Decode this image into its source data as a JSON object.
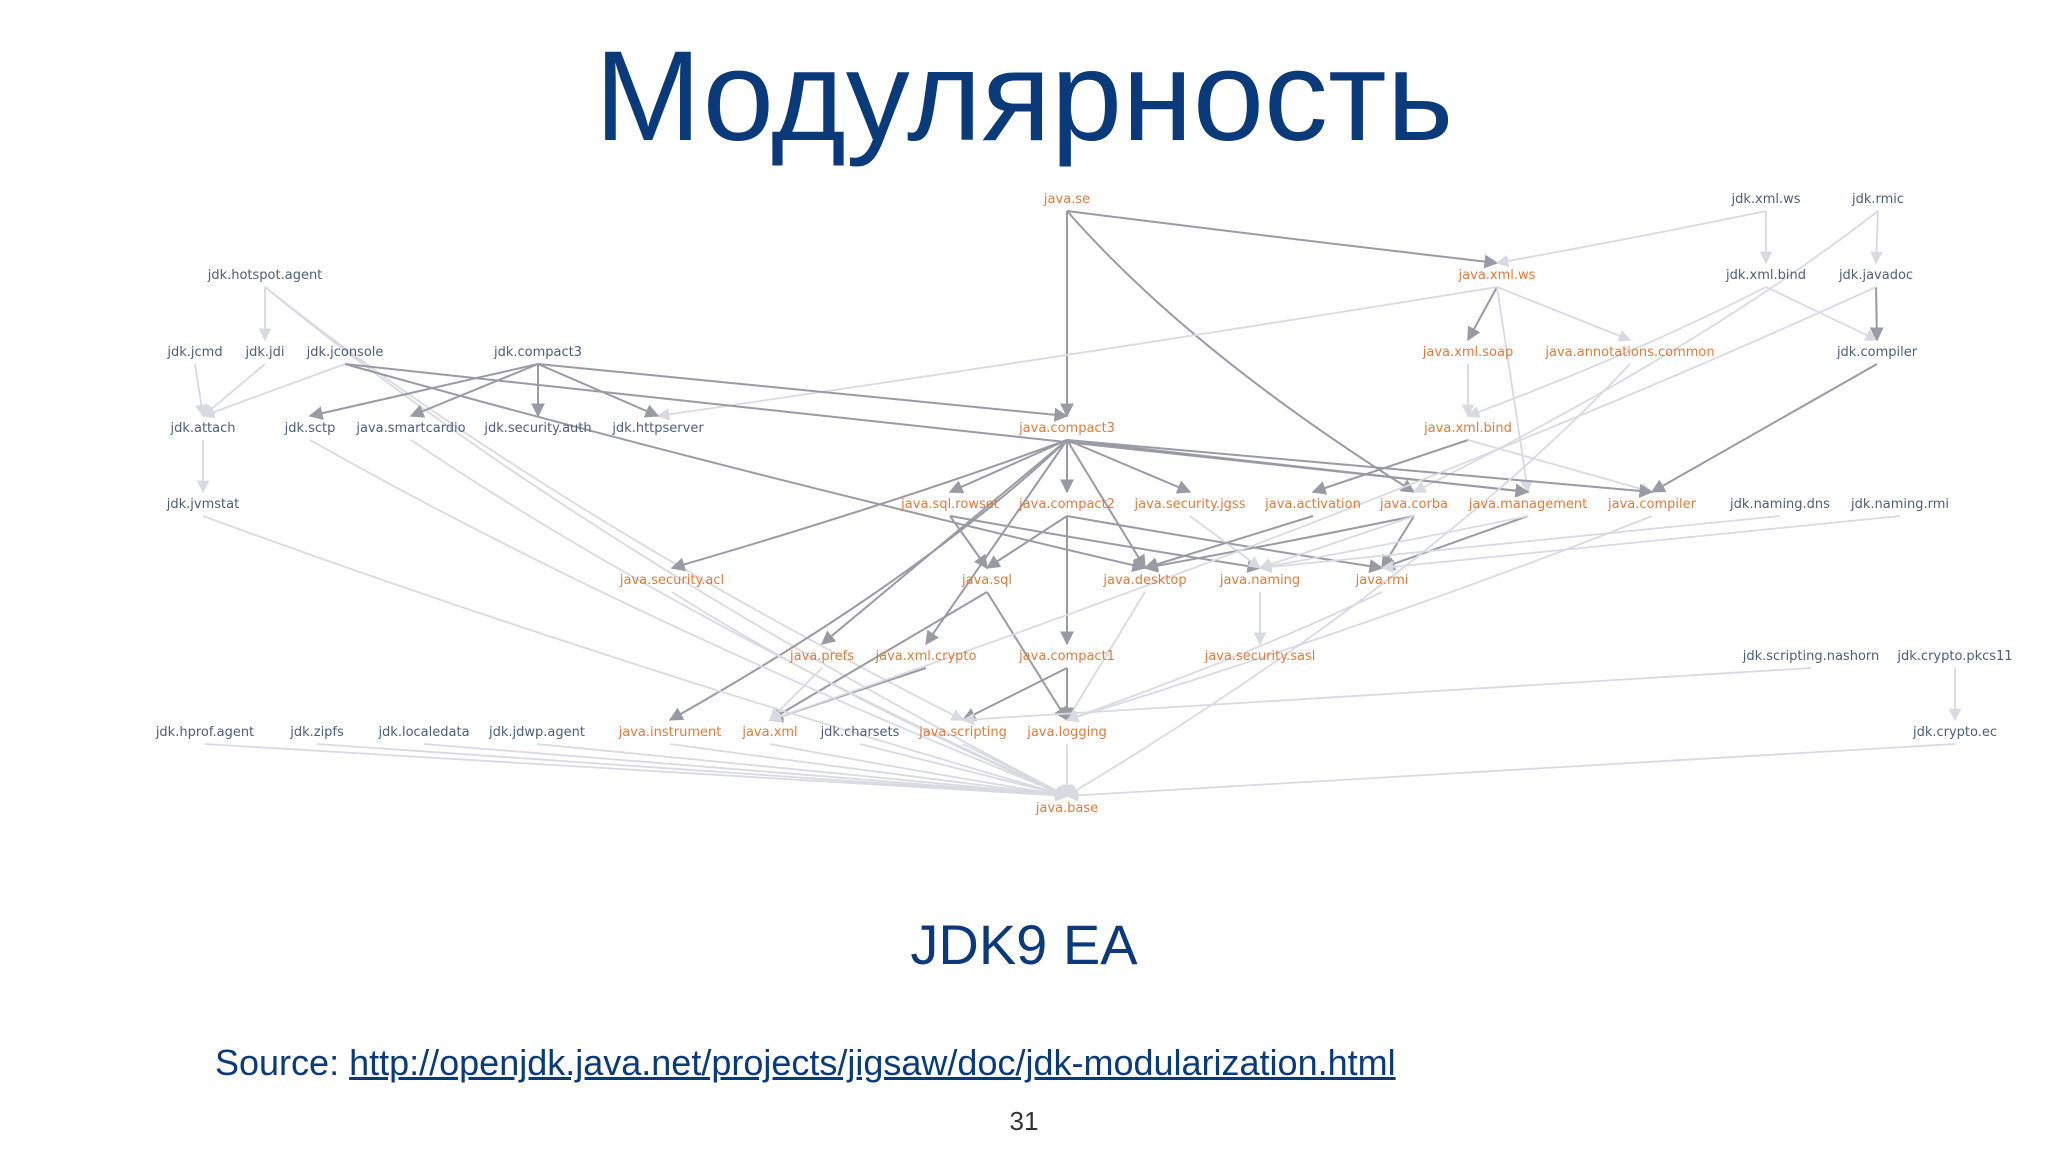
{
  "slide": {
    "title": "Модулярность",
    "caption": "JDK9 EA",
    "source_label": "Source: ",
    "source_link": "http://openjdk.java.net/projects/jigsaw/doc/jdk-modularization.html",
    "page_number": "31"
  },
  "colors": {
    "title": "#0b3a7a",
    "std_module": "#e07a3c",
    "jdk_module": "#4d5e78",
    "edge_dark": "#9a9aa4",
    "edge_light": "#d9d9e2"
  },
  "diagram": {
    "nodes": [
      {
        "id": "java.se",
        "label": "java.se",
        "kind": "std"
      },
      {
        "id": "jdk.xml.ws",
        "label": "jdk.xml.ws",
        "kind": "jdk"
      },
      {
        "id": "jdk.rmic",
        "label": "jdk.rmic",
        "kind": "jdk"
      },
      {
        "id": "jdk.hotspot.agent",
        "label": "jdk.hotspot.agent",
        "kind": "jdk"
      },
      {
        "id": "java.xml.ws",
        "label": "java.xml.ws",
        "kind": "std"
      },
      {
        "id": "jdk.xml.bind",
        "label": "jdk.xml.bind",
        "kind": "jdk"
      },
      {
        "id": "jdk.javadoc",
        "label": "jdk.javadoc",
        "kind": "jdk"
      },
      {
        "id": "jdk.jcmd",
        "label": "jdk.jcmd",
        "kind": "jdk"
      },
      {
        "id": "jdk.jdi",
        "label": "jdk.jdi",
        "kind": "jdk"
      },
      {
        "id": "jdk.jconsole",
        "label": "jdk.jconsole",
        "kind": "jdk"
      },
      {
        "id": "jdk.compact3",
        "label": "jdk.compact3",
        "kind": "jdk"
      },
      {
        "id": "java.xml.soap",
        "label": "java.xml.soap",
        "kind": "std"
      },
      {
        "id": "java.annotations.common",
        "label": "java.annotations.common",
        "kind": "std"
      },
      {
        "id": "jdk.compiler",
        "label": "jdk.compiler",
        "kind": "jdk"
      },
      {
        "id": "jdk.attach",
        "label": "jdk.attach",
        "kind": "jdk"
      },
      {
        "id": "jdk.sctp",
        "label": "jdk.sctp",
        "kind": "jdk"
      },
      {
        "id": "java.smartcardio",
        "label": "java.smartcardio",
        "kind": "jdk"
      },
      {
        "id": "jdk.security.auth",
        "label": "jdk.security.auth",
        "kind": "jdk"
      },
      {
        "id": "jdk.httpserver",
        "label": "jdk.httpserver",
        "kind": "jdk"
      },
      {
        "id": "java.compact3",
        "label": "java.compact3",
        "kind": "std"
      },
      {
        "id": "java.xml.bind",
        "label": "java.xml.bind",
        "kind": "std"
      },
      {
        "id": "jdk.jvmstat",
        "label": "jdk.jvmstat",
        "kind": "jdk"
      },
      {
        "id": "java.sql.rowset",
        "label": "java.sql.rowset",
        "kind": "std"
      },
      {
        "id": "java.compact2",
        "label": "java.compact2",
        "kind": "std"
      },
      {
        "id": "java.security.jgss",
        "label": "java.security.jgss",
        "kind": "std"
      },
      {
        "id": "java.activation",
        "label": "java.activation",
        "kind": "std"
      },
      {
        "id": "java.corba",
        "label": "java.corba",
        "kind": "std"
      },
      {
        "id": "java.management",
        "label": "java.management",
        "kind": "std"
      },
      {
        "id": "java.compiler",
        "label": "java.compiler",
        "kind": "std"
      },
      {
        "id": "jdk.naming.dns",
        "label": "jdk.naming.dns",
        "kind": "jdk"
      },
      {
        "id": "jdk.naming.rmi",
        "label": "jdk.naming.rmi",
        "kind": "jdk"
      },
      {
        "id": "java.security.acl",
        "label": "java.security.acl",
        "kind": "std"
      },
      {
        "id": "java.sql",
        "label": "java.sql",
        "kind": "std"
      },
      {
        "id": "java.desktop",
        "label": "java.desktop",
        "kind": "std"
      },
      {
        "id": "java.naming",
        "label": "java.naming",
        "kind": "std"
      },
      {
        "id": "java.rmi",
        "label": "java.rmi",
        "kind": "std"
      },
      {
        "id": "java.prefs",
        "label": "java.prefs",
        "kind": "std"
      },
      {
        "id": "java.xml.crypto",
        "label": "java.xml.crypto",
        "kind": "std"
      },
      {
        "id": "java.compact1",
        "label": "java.compact1",
        "kind": "std"
      },
      {
        "id": "java.security.sasl",
        "label": "java.security.sasl",
        "kind": "std"
      },
      {
        "id": "jdk.scripting.nashorn",
        "label": "jdk.scripting.nashorn",
        "kind": "jdk"
      },
      {
        "id": "jdk.crypto.pkcs11",
        "label": "jdk.crypto.pkcs11",
        "kind": "jdk"
      },
      {
        "id": "jdk.hprof.agent",
        "label": "jdk.hprof.agent",
        "kind": "jdk"
      },
      {
        "id": "jdk.zipfs",
        "label": "jdk.zipfs",
        "kind": "jdk"
      },
      {
        "id": "jdk.localedata",
        "label": "jdk.localedata",
        "kind": "jdk"
      },
      {
        "id": "jdk.jdwp.agent",
        "label": "jdk.jdwp.agent",
        "kind": "jdk"
      },
      {
        "id": "java.instrument",
        "label": "java.instrument",
        "kind": "std"
      },
      {
        "id": "java.xml",
        "label": "java.xml",
        "kind": "std"
      },
      {
        "id": "jdk.charsets",
        "label": "jdk.charsets",
        "kind": "jdk"
      },
      {
        "id": "java.scripting",
        "label": "java.scripting",
        "kind": "std"
      },
      {
        "id": "java.logging",
        "label": "java.logging",
        "kind": "std"
      },
      {
        "id": "jdk.crypto.ec",
        "label": "jdk.crypto.ec",
        "kind": "jdk"
      },
      {
        "id": "java.base",
        "label": "java.base",
        "kind": "std"
      }
    ],
    "edges": [
      {
        "from": "java.se",
        "to": "java.compact3",
        "style": "dark"
      },
      {
        "from": "java.se",
        "to": "java.xml.ws",
        "style": "dark"
      },
      {
        "from": "java.se",
        "to": "java.corba",
        "style": "dark"
      },
      {
        "from": "jdk.xml.ws",
        "to": "jdk.xml.bind",
        "style": "light"
      },
      {
        "from": "jdk.xml.ws",
        "to": "java.xml.ws",
        "style": "light"
      },
      {
        "from": "jdk.rmic",
        "to": "jdk.javadoc",
        "style": "light"
      },
      {
        "from": "jdk.rmic",
        "to": "java.corba",
        "style": "light"
      },
      {
        "from": "jdk.xml.bind",
        "to": "jdk.compiler",
        "style": "light"
      },
      {
        "from": "jdk.xml.bind",
        "to": "java.xml.bind",
        "style": "light"
      },
      {
        "from": "jdk.javadoc",
        "to": "jdk.compiler",
        "style": "dark"
      },
      {
        "from": "jdk.compiler",
        "to": "java.compiler",
        "style": "dark"
      },
      {
        "from": "java.xml.ws",
        "to": "java.xml.soap",
        "style": "dark"
      },
      {
        "from": "java.xml.ws",
        "to": "java.annotations.common",
        "style": "light"
      },
      {
        "from": "java.xml.ws",
        "to": "java.management",
        "style": "light"
      },
      {
        "from": "java.xml.ws",
        "to": "jdk.httpserver",
        "style": "light"
      },
      {
        "from": "java.xml.soap",
        "to": "java.xml.bind",
        "style": "light"
      },
      {
        "from": "java.xml.bind",
        "to": "java.activation",
        "style": "dark"
      },
      {
        "from": "java.xml.bind",
        "to": "java.compiler",
        "style": "light"
      },
      {
        "from": "jdk.hotspot.agent",
        "to": "jdk.jdi",
        "style": "light"
      },
      {
        "from": "jdk.hotspot.agent",
        "to": "java.scripting",
        "style": "light"
      },
      {
        "from": "jdk.hotspot.agent",
        "to": "java.base",
        "style": "light"
      },
      {
        "from": "jdk.jcmd",
        "to": "jdk.attach",
        "style": "light"
      },
      {
        "from": "jdk.jdi",
        "to": "jdk.attach",
        "style": "light"
      },
      {
        "from": "jdk.jconsole",
        "to": "jdk.attach",
        "style": "light"
      },
      {
        "from": "jdk.jconsole",
        "to": "java.desktop",
        "style": "dark"
      },
      {
        "from": "jdk.jconsole",
        "to": "java.management",
        "style": "dark"
      },
      {
        "from": "jdk.attach",
        "to": "jdk.jvmstat",
        "style": "light"
      },
      {
        "from": "jdk.compact3",
        "to": "jdk.sctp",
        "style": "dark"
      },
      {
        "from": "jdk.compact3",
        "to": "java.smartcardio",
        "style": "dark"
      },
      {
        "from": "jdk.compact3",
        "to": "jdk.security.auth",
        "style": "dark"
      },
      {
        "from": "jdk.compact3",
        "to": "jdk.httpserver",
        "style": "dark"
      },
      {
        "from": "jdk.compact3",
        "to": "java.compact3",
        "style": "dark"
      },
      {
        "from": "java.compact3",
        "to": "java.sql.rowset",
        "style": "dark"
      },
      {
        "from": "java.compact3",
        "to": "java.compact2",
        "style": "dark"
      },
      {
        "from": "java.compact3",
        "to": "java.security.jgss",
        "style": "dark"
      },
      {
        "from": "java.compact3",
        "to": "java.management",
        "style": "dark"
      },
      {
        "from": "java.compact3",
        "to": "java.compiler",
        "style": "dark"
      },
      {
        "from": "java.compact3",
        "to": "java.security.acl",
        "style": "dark"
      },
      {
        "from": "java.compact3",
        "to": "java.prefs",
        "style": "dark"
      },
      {
        "from": "java.compact3",
        "to": "java.xml.crypto",
        "style": "dark"
      },
      {
        "from": "java.compact3",
        "to": "java.instrument",
        "style": "dark"
      },
      {
        "from": "java.compact3",
        "to": "java.desktop",
        "style": "dark"
      },
      {
        "from": "java.sql.rowset",
        "to": "java.sql",
        "style": "dark"
      },
      {
        "from": "java.sql.rowset",
        "to": "java.naming",
        "style": "dark"
      },
      {
        "from": "java.compact2",
        "to": "java.sql",
        "style": "dark"
      },
      {
        "from": "java.compact2",
        "to": "java.rmi",
        "style": "dark"
      },
      {
        "from": "java.compact2",
        "to": "java.compact1",
        "style": "dark"
      },
      {
        "from": "java.security.jgss",
        "to": "java.naming",
        "style": "light"
      },
      {
        "from": "java.activation",
        "to": "java.desktop",
        "style": "dark"
      },
      {
        "from": "java.corba",
        "to": "java.desktop",
        "style": "dark"
      },
      {
        "from": "java.corba",
        "to": "java.rmi",
        "style": "dark"
      },
      {
        "from": "java.corba",
        "to": "java.naming",
        "style": "light"
      },
      {
        "from": "java.management",
        "to": "java.rmi",
        "style": "dark"
      },
      {
        "from": "java.management",
        "to": "java.naming",
        "style": "light"
      },
      {
        "from": "jdk.naming.dns",
        "to": "java.naming",
        "style": "light"
      },
      {
        "from": "jdk.naming.rmi",
        "to": "java.rmi",
        "style": "light"
      },
      {
        "from": "java.sql",
        "to": "java.xml",
        "style": "dark"
      },
      {
        "from": "java.sql",
        "to": "java.logging",
        "style": "dark"
      },
      {
        "from": "java.desktop",
        "to": "java.logging",
        "style": "light"
      },
      {
        "from": "java.naming",
        "to": "java.security.sasl",
        "style": "light"
      },
      {
        "from": "java.rmi",
        "to": "java.logging",
        "style": "light"
      },
      {
        "from": "java.xml.crypto",
        "to": "java.xml",
        "style": "dark"
      },
      {
        "from": "java.prefs",
        "to": "java.xml",
        "style": "light"
      },
      {
        "from": "java.compact1",
        "to": "java.logging",
        "style": "dark"
      },
      {
        "from": "java.compact1",
        "to": "java.scripting",
        "style": "dark"
      },
      {
        "from": "java.compiler",
        "to": "java.logging",
        "style": "light"
      },
      {
        "from": "jdk.scripting.nashorn",
        "to": "java.scripting",
        "style": "light"
      },
      {
        "from": "jdk.crypto.pkcs11",
        "to": "jdk.crypto.ec",
        "style": "light"
      },
      {
        "from": "jdk.hprof.agent",
        "to": "java.base",
        "style": "light"
      },
      {
        "from": "jdk.zipfs",
        "to": "java.base",
        "style": "light"
      },
      {
        "from": "jdk.localedata",
        "to": "java.base",
        "style": "light"
      },
      {
        "from": "jdk.jdwp.agent",
        "to": "java.base",
        "style": "light"
      },
      {
        "from": "java.instrument",
        "to": "java.base",
        "style": "light"
      },
      {
        "from": "java.xml",
        "to": "java.base",
        "style": "light"
      },
      {
        "from": "jdk.charsets",
        "to": "java.base",
        "style": "light"
      },
      {
        "from": "java.scripting",
        "to": "java.base",
        "style": "light"
      },
      {
        "from": "java.logging",
        "to": "java.base",
        "style": "light"
      },
      {
        "from": "jdk.crypto.ec",
        "to": "java.base",
        "style": "light"
      },
      {
        "from": "jdk.sctp",
        "to": "java.base",
        "style": "light"
      },
      {
        "from": "java.smartcardio",
        "to": "java.base",
        "style": "light"
      },
      {
        "from": "jdk.jvmstat",
        "to": "java.base",
        "style": "light"
      },
      {
        "from": "java.security.acl",
        "to": "java.base",
        "style": "light"
      },
      {
        "from": "java.annotations.common",
        "to": "java.base",
        "style": "light"
      },
      {
        "from": "jdk.javadoc",
        "to": "java.xml",
        "style": "light"
      }
    ]
  }
}
